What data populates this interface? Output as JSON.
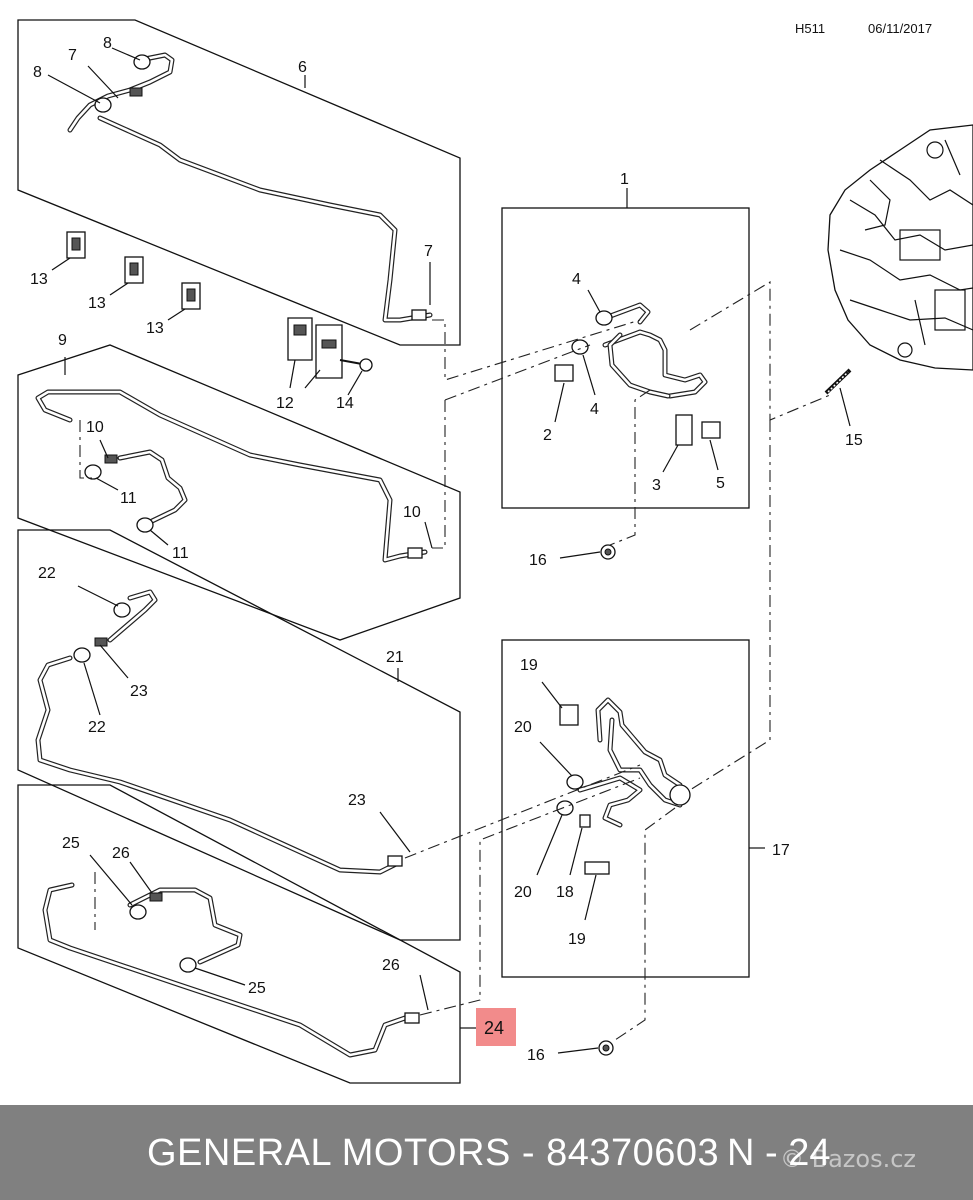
{
  "header": {
    "code": "H511",
    "date": "06/11/2017"
  },
  "callouts": {
    "c1": "1",
    "c2": "2",
    "c3": "3",
    "c4a": "4",
    "c4b": "4",
    "c5": "5",
    "c6": "6",
    "c7a": "7",
    "c7b": "7",
    "c8a": "8",
    "c8b": "8",
    "c9": "9",
    "c10a": "10",
    "c10b": "10",
    "c11a": "11",
    "c11b": "11",
    "c12": "12",
    "c13a": "13",
    "c13b": "13",
    "c13c": "13",
    "c14": "14",
    "c15": "15",
    "c16a": "16",
    "c16b": "16",
    "c17": "17",
    "c18": "18",
    "c19a": "19",
    "c19b": "19",
    "c20a": "20",
    "c20b": "20",
    "c21": "21",
    "c22a": "22",
    "c22b": "22",
    "c23a": "23",
    "c23b": "23",
    "c24": "24",
    "c25a": "25",
    "c25b": "25",
    "c26a": "26",
    "c26b": "26"
  },
  "highlight": {
    "label": "24",
    "color": "#f28b8b"
  },
  "footer": {
    "title": "GENERAL MOTORS - 84370603",
    "ref": "N - 24",
    "watermark": "© Bazos.cz",
    "background": "#808080"
  }
}
